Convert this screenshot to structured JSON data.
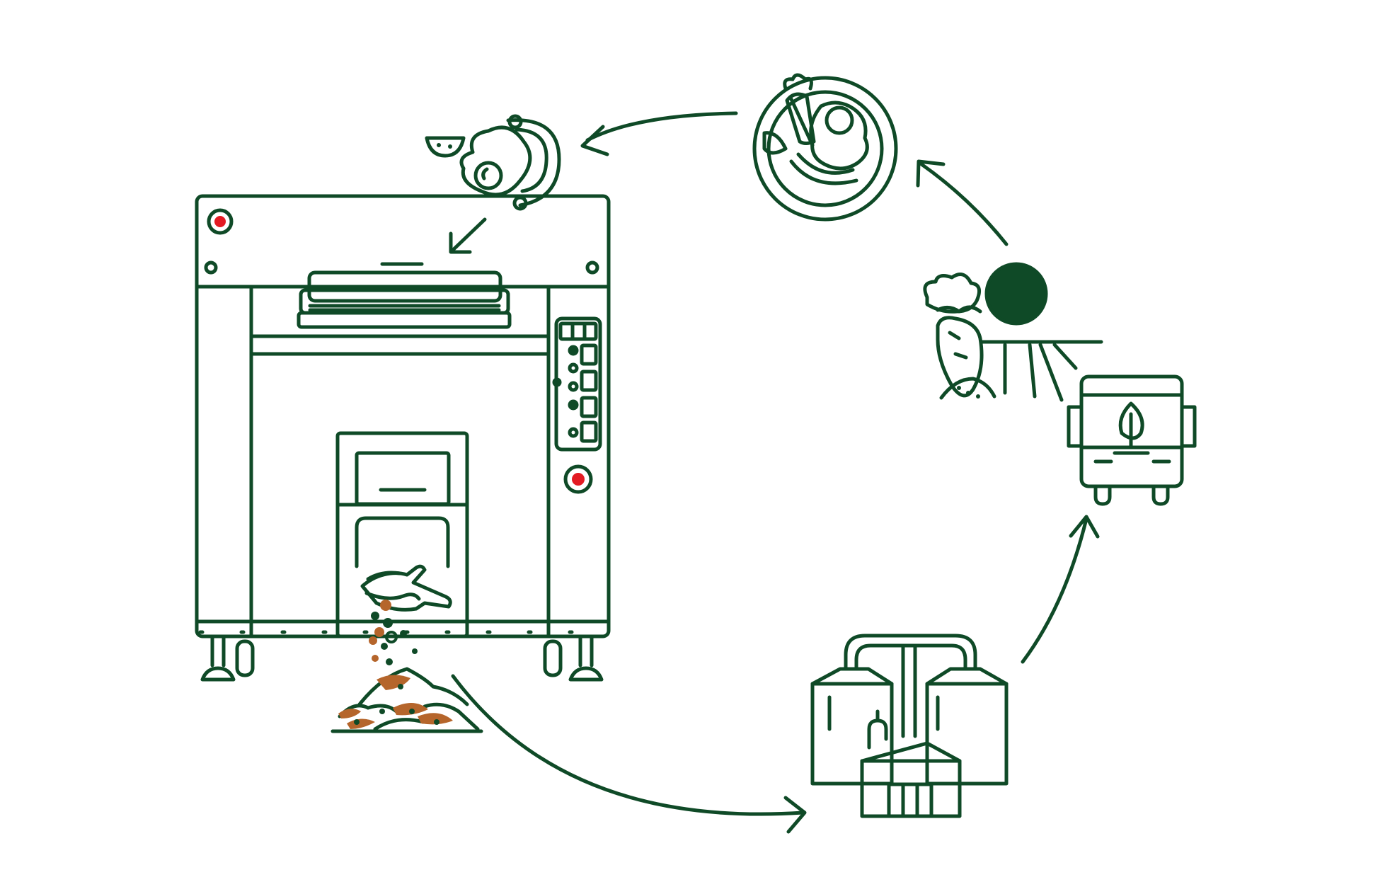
{
  "diagram": {
    "kind": "food-waste circular cycle illustration",
    "colors": {
      "line": "#0f4a27",
      "accent": "#e31b23",
      "waste": "#b5652b",
      "background": "#ffffff"
    },
    "stages": [
      {
        "id": "meal",
        "icon": "plate-of-food-icon"
      },
      {
        "id": "leftovers",
        "icon": "food-leftovers-icon"
      },
      {
        "id": "machine",
        "icon": "food-waste-dehydrator-icon"
      },
      {
        "id": "residue",
        "icon": "organic-residue-pile-icon"
      },
      {
        "id": "plant",
        "icon": "biogas-plant-icon"
      },
      {
        "id": "transport",
        "icon": "eco-truck-icon"
      },
      {
        "id": "farm",
        "icon": "farm-harvest-icon"
      }
    ],
    "flow": [
      "meal",
      "leftovers",
      "machine",
      "residue",
      "plant",
      "transport",
      "farm",
      "meal"
    ]
  }
}
